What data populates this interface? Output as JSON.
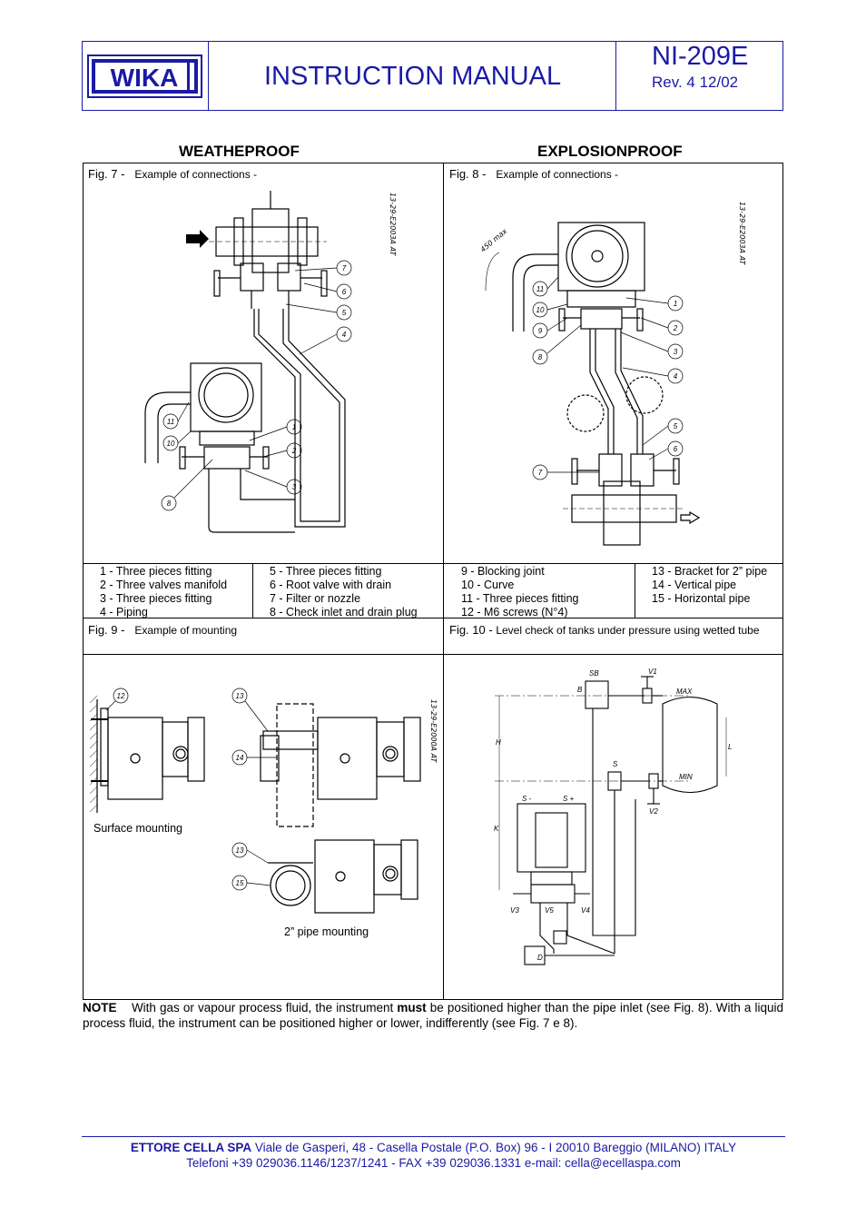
{
  "header": {
    "logo_text": "WIKA",
    "title": "INSTRUCTION MANUAL",
    "doc_number": "NI-209E",
    "revision": "Rev. 4 12/02"
  },
  "sections": {
    "left_heading": "WEATHEPROOF",
    "right_heading": "EXPLOSIONPROOF"
  },
  "fig7": {
    "num": "Fig. 7 -",
    "caption": "Example of connections -",
    "code": "13-29-E2003A AT"
  },
  "fig8": {
    "num": "Fig. 8 -",
    "caption": "Example of connections -",
    "code": "13-29-E2003A AT",
    "dim": "450 max"
  },
  "legend": {
    "col1": [
      "1 - Three pieces fitting",
      "2 - Three valves manifold",
      "3 - Three pieces fitting",
      "4 - Piping"
    ],
    "col2": [
      "5 - Three pieces fitting",
      "6 - Root valve with drain",
      "7 - Filter or nozzle",
      "8 - Check inlet and drain plug"
    ],
    "col3": [
      "9 - Blocking joint",
      "10 - Curve",
      "11 - Three pieces fitting",
      "12 - M6 screws (N°4)"
    ],
    "col4": [
      "13 - Bracket for 2” pipe",
      "14 - Vertical pipe",
      "15 - Horizontal pipe"
    ]
  },
  "fig9": {
    "num": "Fig. 9 -",
    "caption": "Example of mounting",
    "surface": "Surface mounting",
    "pipe": "2” pipe mounting",
    "code": "13-29-E2000A AT"
  },
  "fig10": {
    "num": "Fig. 10 -",
    "caption": "Level check of tanks under pressure using wetted tube",
    "labels": {
      "sb": "SB",
      "b": "B",
      "v1": "V1",
      "max": "MAX",
      "h": "H",
      "l": "L",
      "s": "S",
      "min": "MIN",
      "v2": "V2",
      "sminus": "S -",
      "splus": "S +",
      "k": "K",
      "v3": "V3",
      "v5": "V5",
      "v4": "V4",
      "d": "D"
    }
  },
  "note": {
    "label": "NOTE",
    "text_before": "With gas or vapour process fluid, the instrument",
    "emph": "must",
    "text_after": "be positioned higher than the pipe inlet (see Fig. 8). With a liquid process fluid, the instrument can be positioned higher or lower, indifferently (see Fig. 7 e 8)."
  },
  "footer": {
    "company": "ETTORE CELLA SPA",
    "address": "Viale de Gasperi, 48 - Casella Postale (P.O. Box) 96 - I 20010 Bareggio (MILANO) ITALY",
    "contacts": "Telefoni +39 029036.1146/1237/1241 - FAX +39 029036.1331  e-mail: cella@ecellaspa.com"
  },
  "colors": {
    "brand_blue": "#1a1aa6"
  }
}
